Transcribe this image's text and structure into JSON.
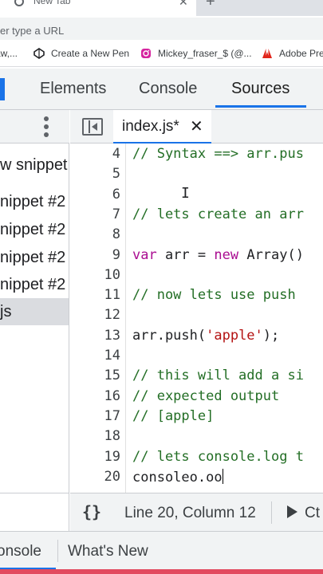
{
  "browser": {
    "tab_title": "New Tab",
    "tab_close": "✕",
    "new_tab": "+",
    "omnibox_placeholder": "er type a URL",
    "bookmarks": [
      {
        "label": "aw,...",
        "icon": "bookmark-icon"
      },
      {
        "label": "Create a New Pen",
        "icon": "codepen-icon"
      },
      {
        "label": "Mickey_fraser_$ (@...",
        "icon": "instagram-icon"
      },
      {
        "label": "Adobe Pre",
        "icon": "adobe-icon"
      }
    ]
  },
  "devtools": {
    "tabs": [
      "Elements",
      "Console",
      "Sources"
    ],
    "active_tab": "Sources",
    "navigator": {
      "items": [
        "w snippet",
        "nippet #2",
        "nippet #2",
        "nippet #2",
        "nippet #2",
        "js"
      ],
      "selected_index": 5
    },
    "editor": {
      "file_tab": "index.js*",
      "file_close": "✕",
      "lines": [
        {
          "n": "4",
          "text": "// Syntax ==> arr.pus",
          "kind": "comment"
        },
        {
          "n": "5",
          "text": "",
          "kind": "plain"
        },
        {
          "n": "6",
          "text": "",
          "kind": "plain"
        },
        {
          "n": "7",
          "text": "// lets create an arr",
          "kind": "comment"
        },
        {
          "n": "8",
          "text": "",
          "kind": "plain"
        },
        {
          "n": "9",
          "text": "var arr = new Array()",
          "kind": "decl"
        },
        {
          "n": "10",
          "text": "",
          "kind": "plain"
        },
        {
          "n": "11",
          "text": "// now lets use push",
          "kind": "comment"
        },
        {
          "n": "12",
          "text": "",
          "kind": "plain"
        },
        {
          "n": "13",
          "text": "arr.push('apple');",
          "kind": "push"
        },
        {
          "n": "14",
          "text": "",
          "kind": "plain"
        },
        {
          "n": "15",
          "text": "// this will add a si",
          "kind": "comment"
        },
        {
          "n": "16",
          "text": "// expected output",
          "kind": "comment"
        },
        {
          "n": "17",
          "text": "// [apple]",
          "kind": "comment"
        },
        {
          "n": "18",
          "text": "",
          "kind": "plain"
        },
        {
          "n": "19",
          "text": "// lets console.log t",
          "kind": "comment"
        },
        {
          "n": "20",
          "text": "consoleo.oo",
          "kind": "cursor"
        }
      ]
    },
    "status": {
      "braces": "{}",
      "position": "Line 20, Column 12",
      "run": "Ct"
    },
    "drawer": {
      "tabs": [
        "onsole",
        "What's New"
      ],
      "active_index": 0
    }
  },
  "colors": {
    "accent": "#1a73e8",
    "comment": "#236e25",
    "keyword": "#aa0d91",
    "string": "#b41313",
    "bottom_bar": "#e24a5f"
  }
}
